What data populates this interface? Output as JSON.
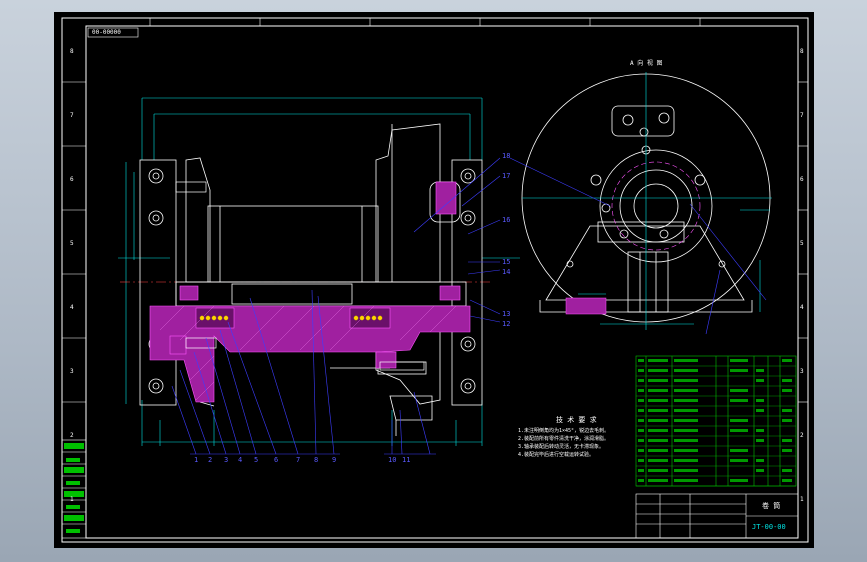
{
  "drawing": {
    "top_left_tag": "00-00000",
    "view_label_right": "A 向 视 图",
    "notes_title": "技 术 要 求",
    "notes": [
      "1.未注明倒角均为1×45°，锐边去毛刺。",
      "2.装配前所有零件清洗干净，涂润滑脂。",
      "3.轴承装配后转动灵活，无卡滞现象。",
      "4.装配完毕后进行空载运转试验。"
    ],
    "callouts_bottom": [
      "1",
      "2",
      "3",
      "4",
      "5",
      "6",
      "7",
      "8",
      "9",
      "10",
      "11"
    ],
    "callouts_right": [
      "18",
      "17",
      "16",
      "15",
      "14",
      "13",
      "12"
    ],
    "border_numbers_left": [
      "8",
      "7",
      "6",
      "5",
      "4",
      "3",
      "2",
      "1"
    ],
    "title_block": {
      "name": "卷 筒",
      "code": "JT-00-00"
    },
    "colors": {
      "background": "#000000",
      "frame": "#ffffff",
      "dimension": "#00ffff",
      "leader": "#3333ff",
      "section_fill": "#cc33cc",
      "table": "#00cc00"
    }
  }
}
